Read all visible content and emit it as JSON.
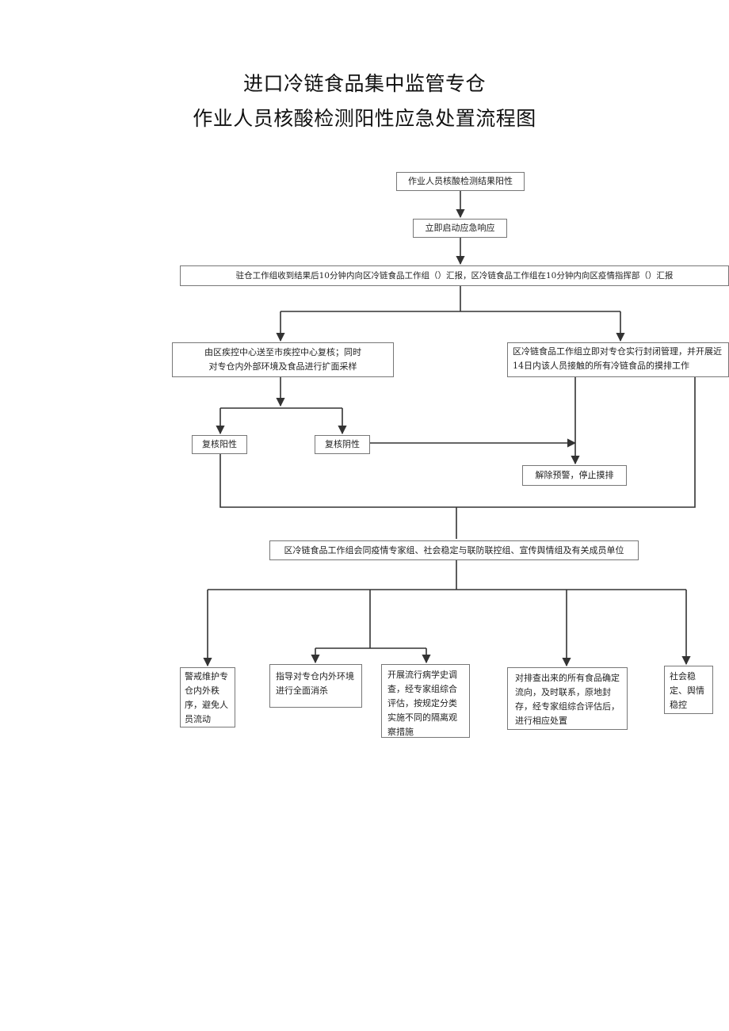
{
  "title": {
    "line1": "进口冷链食品集中监管专仓",
    "line2": "作业人员核酸检测阳性应急处置流程图"
  },
  "nodes": {
    "result_positive": "作业人员核酸检测结果阳性",
    "start_response": "立即启动应急响应",
    "report": "驻仓工作组收到结果后10分钟内向区冷链食品工作组（）汇报，区冷链食品工作组在10分钟内向区疫情指挥部（）汇报",
    "recheck": "由区疾控中心送至市疾控中心复核；同时对专仓内外部环境及食品进行扩面采样",
    "seal": "区冷链食品工作组立即对专仓实行封闭管理，并开展近14日内该人员接触的所有冷链食品的摸排工作",
    "recheck_positive": "复核阳性",
    "recheck_negative": "复核阴性",
    "lift_alert": "解除预警，停止摸排",
    "joint": "区冷链食品工作组会同疫情专家组、社会稳定与联防联控组、宣传舆情组及有关成员单位",
    "task_order": "警戒维护专仓内外秩序，避免人员流动",
    "task_disinfect": "指导对专仓内外环境进行全面消杀",
    "task_epi": "开展流行病学史调查，经专家组综合评估，按规定分类实施不同的隔离观察措施",
    "task_food": "对排查出来的所有食品确定流向，及时联系，原地封存，经专家组综合评估后，进行相应处置",
    "task_social": "社会稳定、舆情稳控"
  }
}
